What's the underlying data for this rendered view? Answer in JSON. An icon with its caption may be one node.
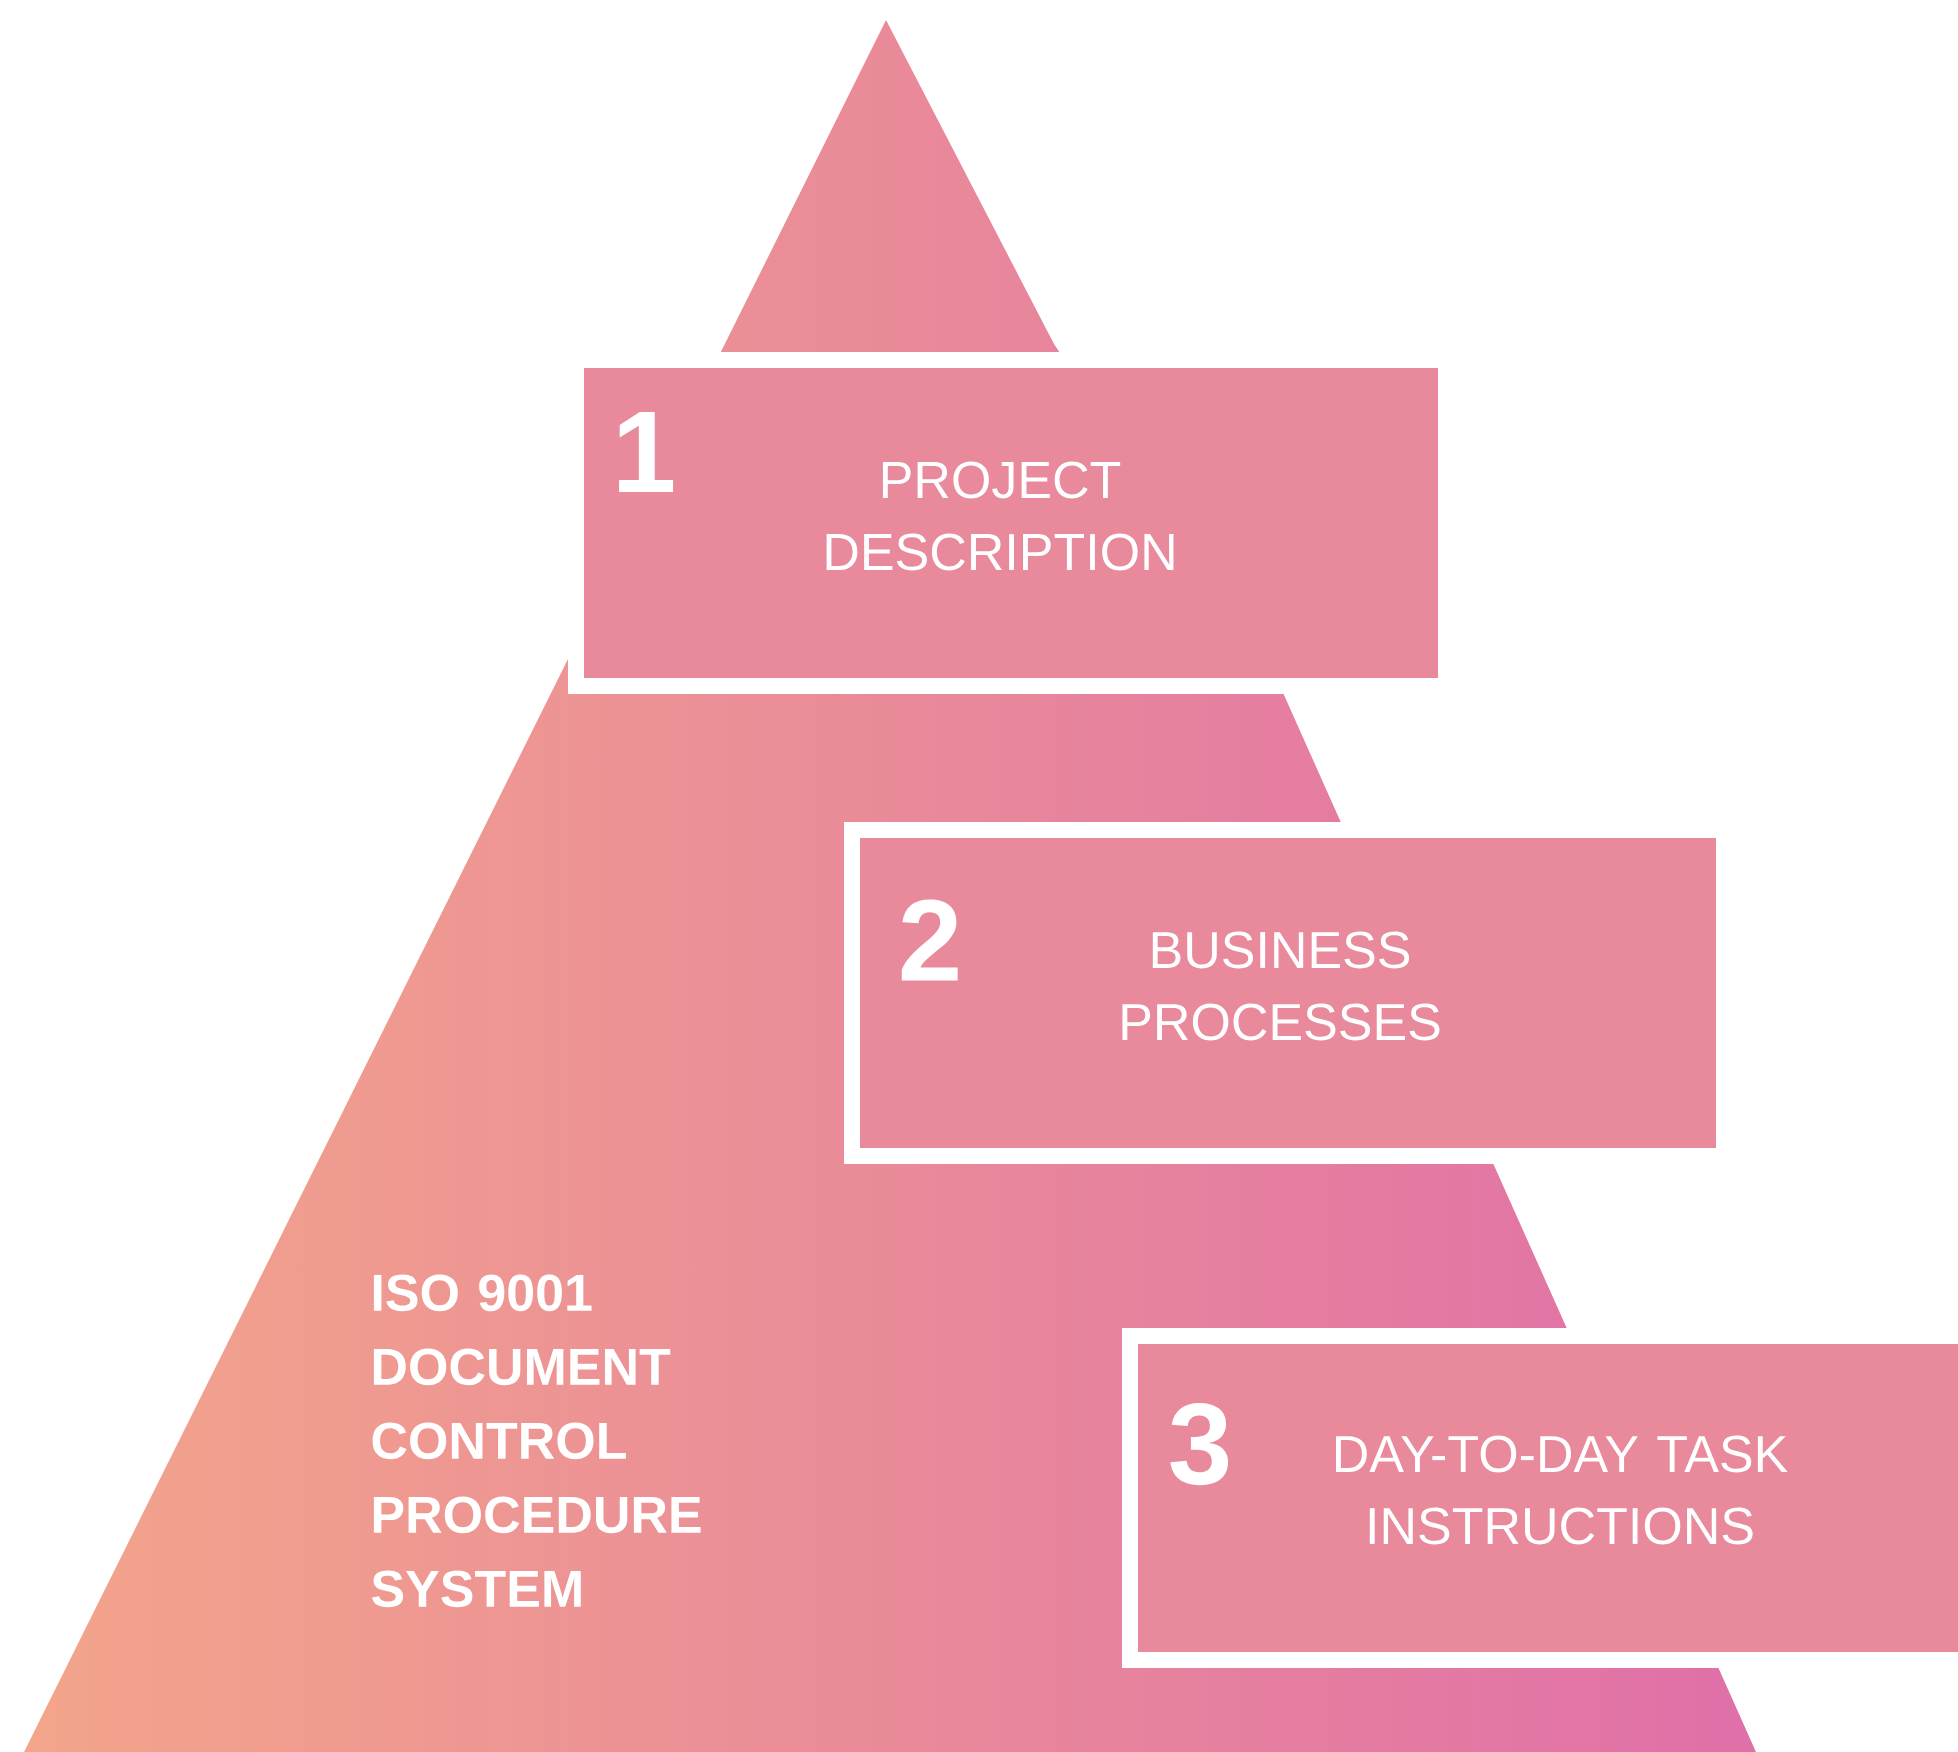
{
  "diagram": {
    "nodes": [
      {
        "text": [
          "ISO 9001 DOCUMENT CONTROL PROCEDURE SYSTEM"
        ]
      },
      {
        "text": [
          "1",
          "PROJECT DESCRIPTION"
        ]
      },
      {
        "text": [
          "2",
          "BUSINESS PROCESSES"
        ]
      },
      {
        "text": [
          "3",
          "DAY-TO-DAY TASK INSTRUCTIONS"
        ]
      }
    ]
  }
}
